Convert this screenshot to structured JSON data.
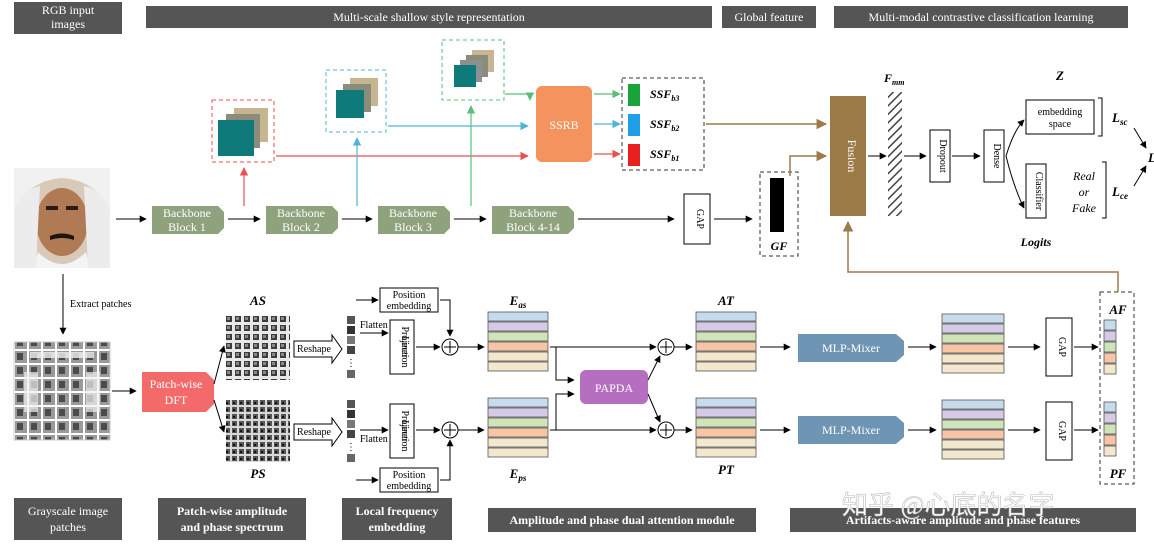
{
  "headers": {
    "rgb_input": [
      "RGB input",
      "images"
    ],
    "multi_scale": "Multi-scale shallow style representation",
    "global_feature": "Global feature",
    "contrastive": "Multi-modal contrastive classification learning",
    "grayscale": [
      "Grayscale image",
      "patches"
    ],
    "patch_spectrum": [
      "Patch-wise amplitude",
      "and phase spectrum"
    ],
    "local_freq": [
      "Local frequency",
      "embedding"
    ],
    "dual_attention": "Amplitude and phase dual attention module",
    "artifacts": "Artifacts-aware amplitude and phase features"
  },
  "backbone": [
    [
      "Backbone",
      "Block 1"
    ],
    [
      "Backbone",
      "Block 2"
    ],
    [
      "Backbone",
      "Block 3"
    ],
    [
      "Backbone",
      "Block 4-14"
    ]
  ],
  "ssrb": "SSRB",
  "ssf": [
    {
      "main": "SSF",
      "sub": "b3",
      "color": "#1aa33b"
    },
    {
      "main": "SSF",
      "sub": "b2",
      "color": "#1f9fe8"
    },
    {
      "main": "SSF",
      "sub": "b1",
      "color": "#e8201e"
    }
  ],
  "gap": "GAP",
  "gf": "GF",
  "fusion": "Fusion",
  "fmm": {
    "main": "F",
    "sub": "mm"
  },
  "dropout": "Dropout",
  "dense": "Dense",
  "z": "Z",
  "embedding_space": [
    "embedding",
    "space"
  ],
  "classifier": "Classifier",
  "real_or_fake": [
    "Real",
    "or",
    "Fake"
  ],
  "logits": "Logits",
  "lsc": {
    "main": "L",
    "sub": "sc"
  },
  "lce": {
    "main": "L",
    "sub": "ce"
  },
  "l_total": "L",
  "extract_patches": "Extract patches",
  "patchwise_dft": [
    "Patch-wise",
    "DFT"
  ],
  "as": "AS",
  "ps": "PS",
  "reshape": "Reshape",
  "flatten": "Flatten",
  "position_embedding": [
    "Position",
    "embedding"
  ],
  "liner_projection": [
    "Liner",
    "Projection"
  ],
  "e_as": {
    "main": "E",
    "sub": "as"
  },
  "e_ps": {
    "main": "E",
    "sub": "ps"
  },
  "papda": "PAPDA",
  "at": "AT",
  "pt": "PT",
  "mlp_mixer": "MLP-Mixer",
  "af": "AF",
  "pf": "PF",
  "watermark": "知乎 @心底的名字",
  "colors": {
    "header_dark": "#555555",
    "backbone": "#8fa27e",
    "ssrb": "#f5935e",
    "fusion": "#9c7a48",
    "patchwise_dft": "#f26a6a",
    "papda": "#b66fc0",
    "mlp_mixer": "#6f95b4",
    "arrow_red": "#e8514f",
    "arrow_blue": "#4fb4d6",
    "arrow_green": "#58c07a",
    "arrow_brown": "#9c7a48"
  },
  "stack_colors": [
    "#c7dbef",
    "#d5cbe6",
    "#cfe4b8",
    "#f8c4a6",
    "#f3e7cd"
  ]
}
